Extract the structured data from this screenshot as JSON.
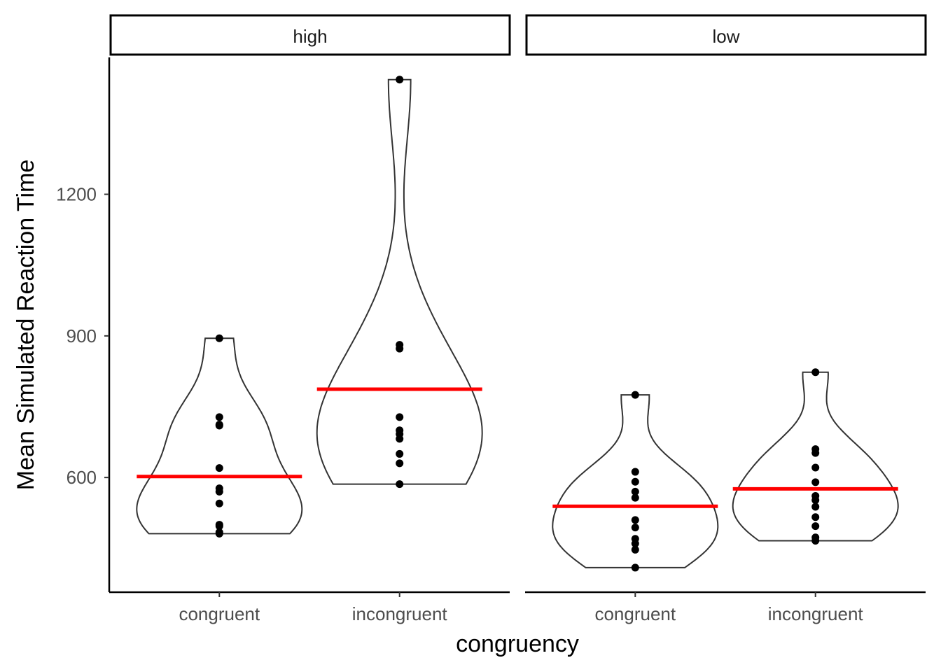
{
  "chart_data": {
    "type": "violin",
    "xlabel": "congruency",
    "ylabel": "Mean Simulated Reaction Time",
    "y_ticks": [
      600,
      900,
      1200
    ],
    "ylim": [
      357,
      1490
    ],
    "grid": false,
    "facets": [
      "high",
      "low"
    ],
    "categories": [
      "congruent",
      "incongruent"
    ],
    "mean_line_color": "#ff0000",
    "point_color": "#000000",
    "violin_outline_color": "#333333",
    "panels": [
      {
        "facet": "high",
        "groups": [
          {
            "category": "congruent",
            "mean": 602,
            "points": [
              481,
              484,
              497,
              500,
              545,
              570,
              577,
              620,
              710,
              712,
              728,
              895
            ]
          },
          {
            "category": "incongruent",
            "mean": 787,
            "points": [
              586,
              630,
              650,
              682,
              692,
              700,
              728,
              873,
              881,
              1443
            ]
          }
        ]
      },
      {
        "facet": "low",
        "groups": [
          {
            "category": "congruent",
            "mean": 539,
            "points": [
              409,
              447,
              460,
              470,
              494,
              510,
              557,
              570,
              591,
              612,
              775
            ]
          },
          {
            "category": "incongruent",
            "mean": 576,
            "points": [
              466,
              473,
              497,
              516,
              538,
              552,
              561,
              590,
              621,
              652,
              660,
              823
            ]
          }
        ]
      }
    ]
  }
}
